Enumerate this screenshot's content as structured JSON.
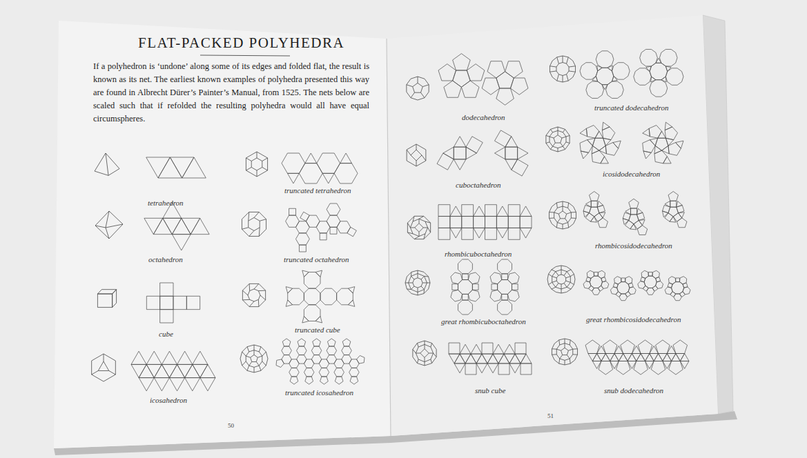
{
  "diagram": {
    "title": "FLAT-PACKED POLYHEDRA",
    "labels": [
      "If a polyhedron is ‘undone’ along some of its edges and folded flat, the result is known as its net. The earliest known examples of polyhedra presented this way are found in Albrecht Dürer’s Painter’s Manual, from 1525. The nets below are scaled such that if refolded the resulting polyhedra would all have equal circumspheres.",
      "tetrahedron",
      "truncated tetrahedron",
      "octahedron",
      "truncated octahedron",
      "cube",
      "truncated cube",
      "icosahedron",
      "truncated icosahedron",
      "50",
      "dodecahedron",
      "truncated dodecahedron",
      "cuboctahedron",
      "icosidodecahedron",
      "rhombicuboctahedron",
      "rhombicosidodecahedron",
      "great rhombicuboctahedron",
      "great rhombicosidodecahedron",
      "snub cube",
      "snub dodecahedron",
      "51"
    ]
  }
}
